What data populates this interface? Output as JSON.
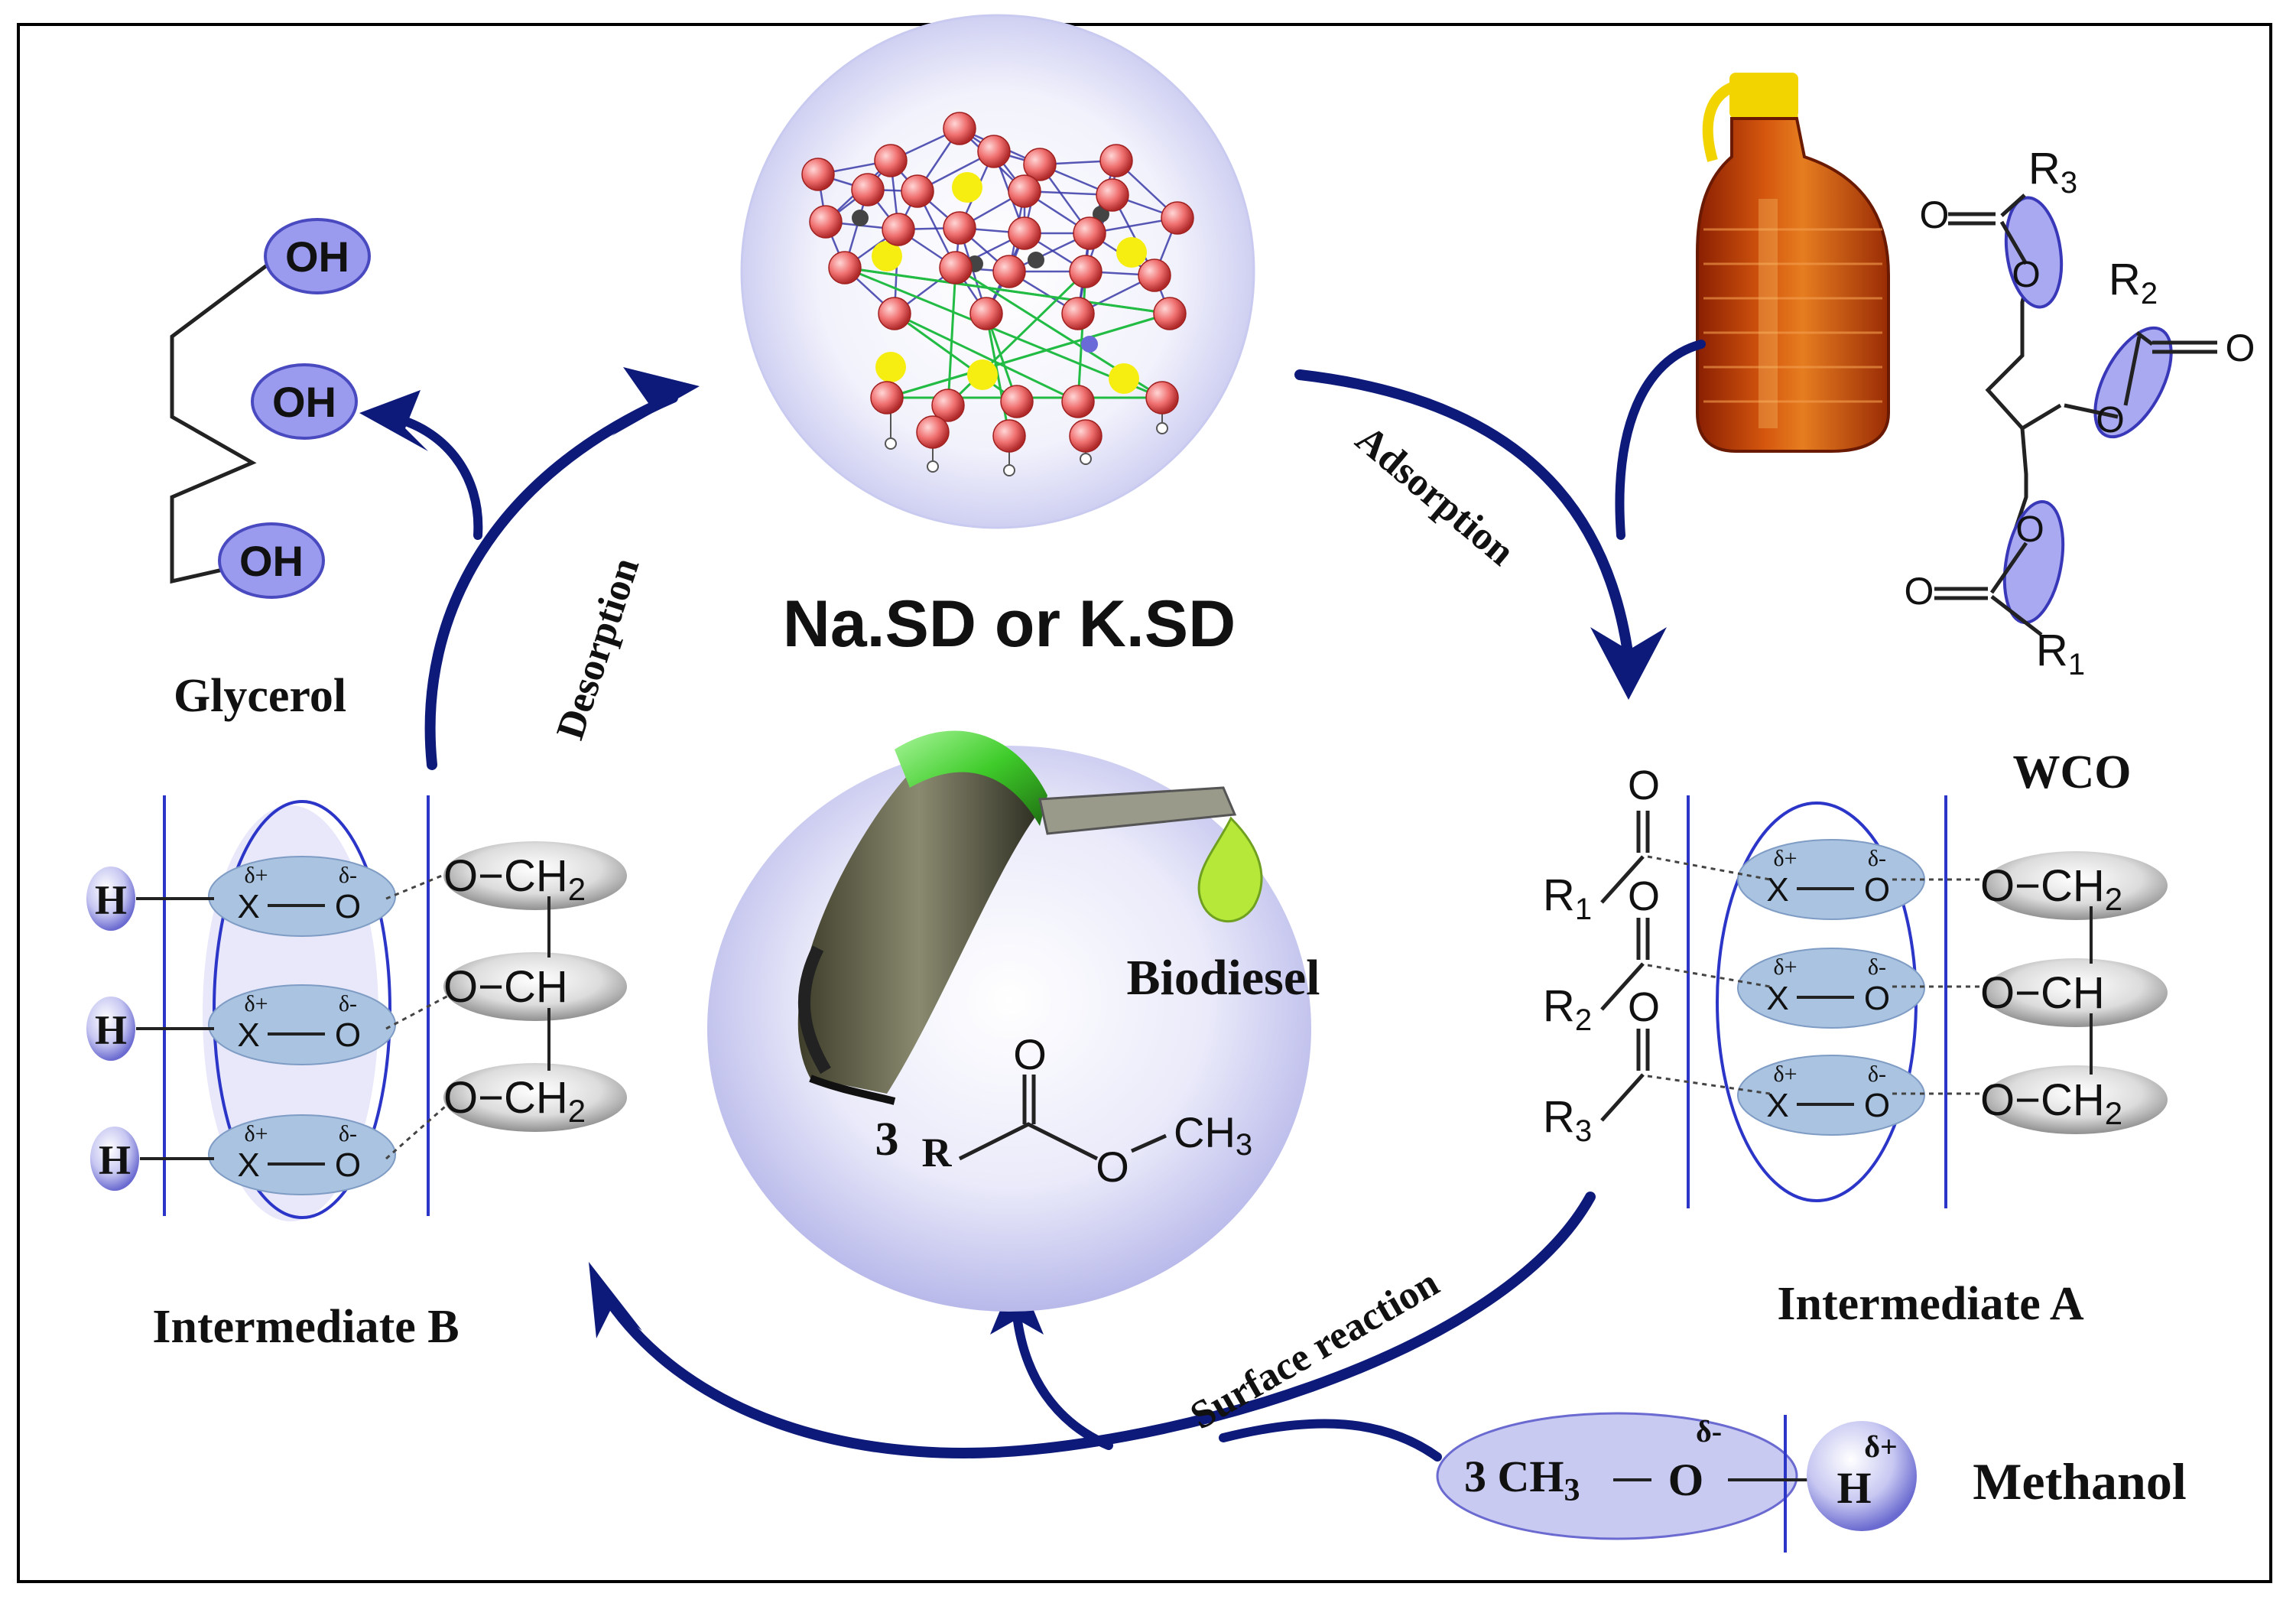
{
  "labels": {
    "catalyst": "Na.SD or K.SD",
    "glycerol": "Glycerol",
    "wco": "WCO",
    "intermediate_a": "Intermediate A",
    "intermediate_b": "Intermediate B",
    "biodiesel": "Biodiesel",
    "methanol": "Methanol"
  },
  "steps": {
    "adsorption": "Adsorption",
    "desorption": "Desorption",
    "surface_reaction": "Surface reaction"
  },
  "glycerol_groups": [
    "OH",
    "OH",
    "OH"
  ],
  "triglyceride": {
    "r_groups": [
      "R3",
      "R2",
      "R1"
    ],
    "carbonyl": "O",
    "ester_o": "O"
  },
  "intermediate_a": {
    "acyl_groups": [
      "R1",
      "R2",
      "R3"
    ],
    "carbonyl": "O",
    "sites": [
      {
        "x": "X",
        "o": "O",
        "dplus": "δ+",
        "dminus": "δ-"
      },
      {
        "x": "X",
        "o": "O",
        "dplus": "δ+",
        "dminus": "δ-"
      },
      {
        "x": "X",
        "o": "O",
        "dplus": "δ+",
        "dminus": "δ-"
      }
    ],
    "backbone": [
      "O−CH2",
      "O−CH",
      "O−CH2"
    ]
  },
  "intermediate_b": {
    "hydrogens": [
      "H",
      "H",
      "H"
    ],
    "sites": [
      {
        "x": "X",
        "o": "O",
        "dplus": "δ+",
        "dminus": "δ-"
      },
      {
        "x": "X",
        "o": "O",
        "dplus": "δ+",
        "dminus": "δ-"
      },
      {
        "x": "X",
        "o": "O",
        "dplus": "δ+",
        "dminus": "δ-"
      }
    ],
    "backbone": [
      "O−CH2",
      "O−CH",
      "O−CH2"
    ]
  },
  "biodiesel_formula": {
    "coefficient": "3",
    "r": "R",
    "carbonyl": "O",
    "ester_o": "O",
    "methyl": "CH3"
  },
  "methanol_formula": {
    "coefficient_group": "3 CH3",
    "oxygen": "O",
    "dminus": "δ-",
    "hydrogen": "H",
    "dplus": "δ+"
  },
  "colors": {
    "arrow": "#0d1a7a",
    "site_fill": "#a9c3e0",
    "ellipse_stroke": "#2b35c8",
    "blob": "#9999ee",
    "sphere_red": "#f06a6a",
    "sphere_yellow": "#f5ee10",
    "lattice_blue": "#3a3aa8",
    "lattice_green": "#22bb44",
    "oil": "#c0420a",
    "nozzle_green": "#49d430"
  }
}
